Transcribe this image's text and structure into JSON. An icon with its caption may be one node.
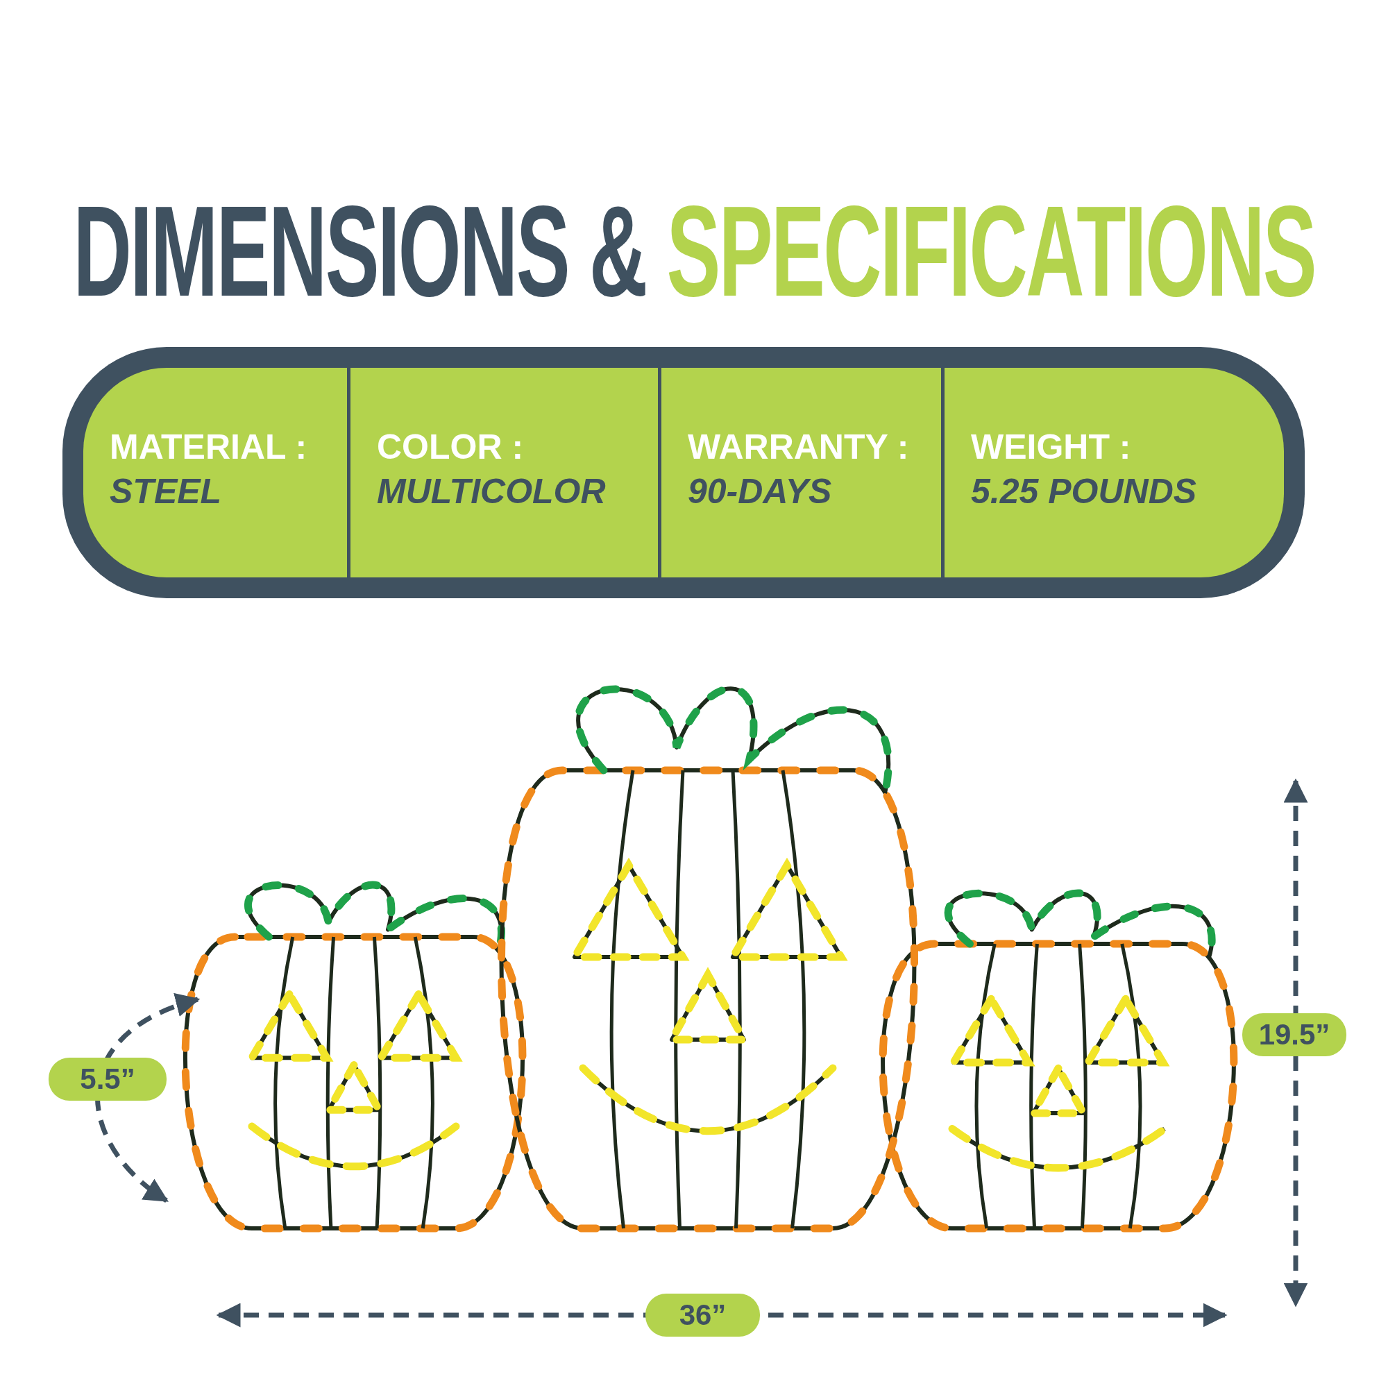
{
  "diagram": {
    "title": "DIMENSIONS & SPECIFICATIONS",
    "nodes": [
      {
        "text": [
          "MATERIAL :",
          "STEEL"
        ]
      },
      {
        "text": [
          "COLOR :",
          "MULTICOLOR"
        ]
      },
      {
        "text": [
          "WARRANTY :",
          "90-DAYS"
        ]
      },
      {
        "text": [
          "WEIGHT :",
          "5.25 POUNDS"
        ]
      }
    ],
    "labels": [
      "5.5”",
      "19.5”",
      "36”"
    ]
  }
}
